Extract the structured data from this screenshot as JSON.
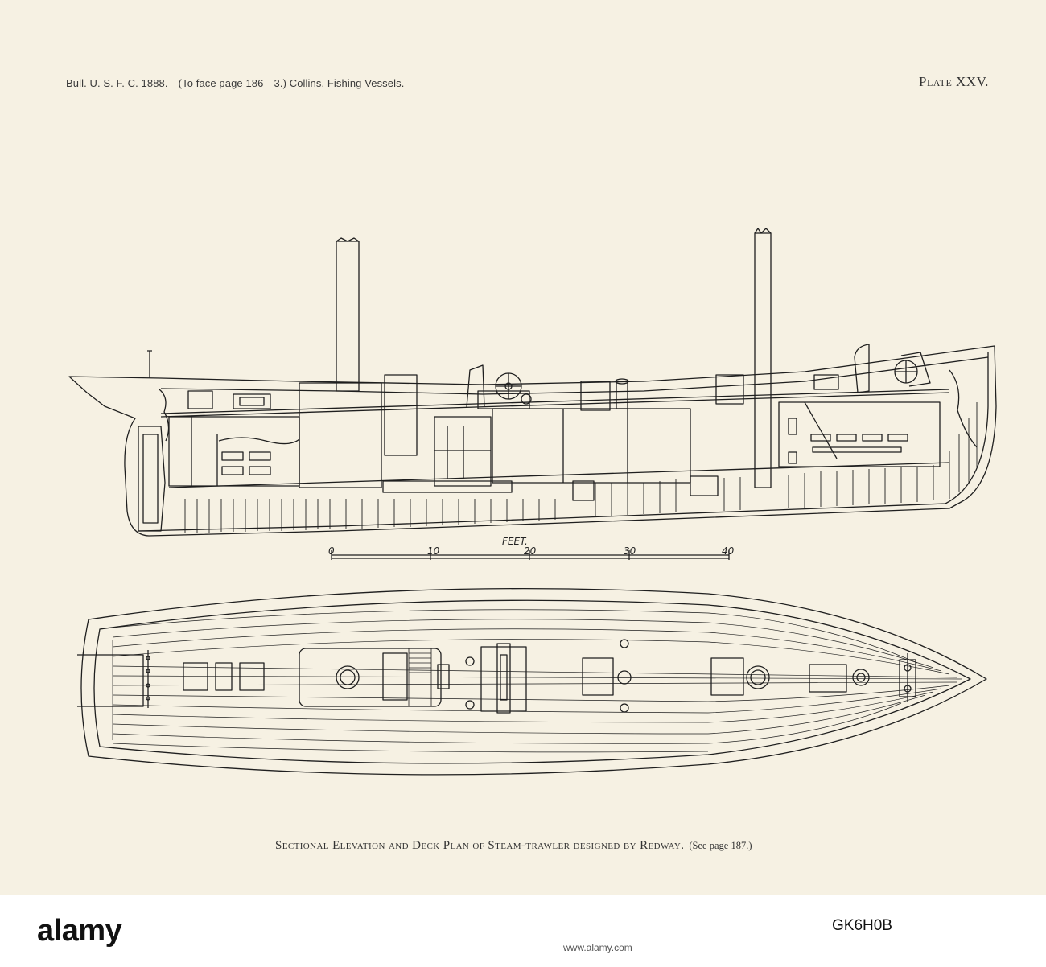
{
  "plate": {
    "header_left": "Bull. U. S. F. C. 1888.—(To face page 186—3.)   Collins.   Fishing Vessels.",
    "header_right": "Plate XXV.",
    "caption_main": "Sectional Elevation and Deck Plan of Steam-trawler designed by Redway.",
    "caption_ref": "(See page 187.)"
  },
  "scale": {
    "unit_label": "FEET.",
    "ticks": [
      "0",
      "10",
      "20",
      "30",
      "40"
    ]
  },
  "footer": {
    "logo": "alamy",
    "stock_id": "GK6H0B",
    "meta": "www.alamy.com"
  },
  "colors": {
    "paper": "#f6f1e3",
    "ink": "#1f1f1f",
    "footer_bg": "#ffffff"
  }
}
